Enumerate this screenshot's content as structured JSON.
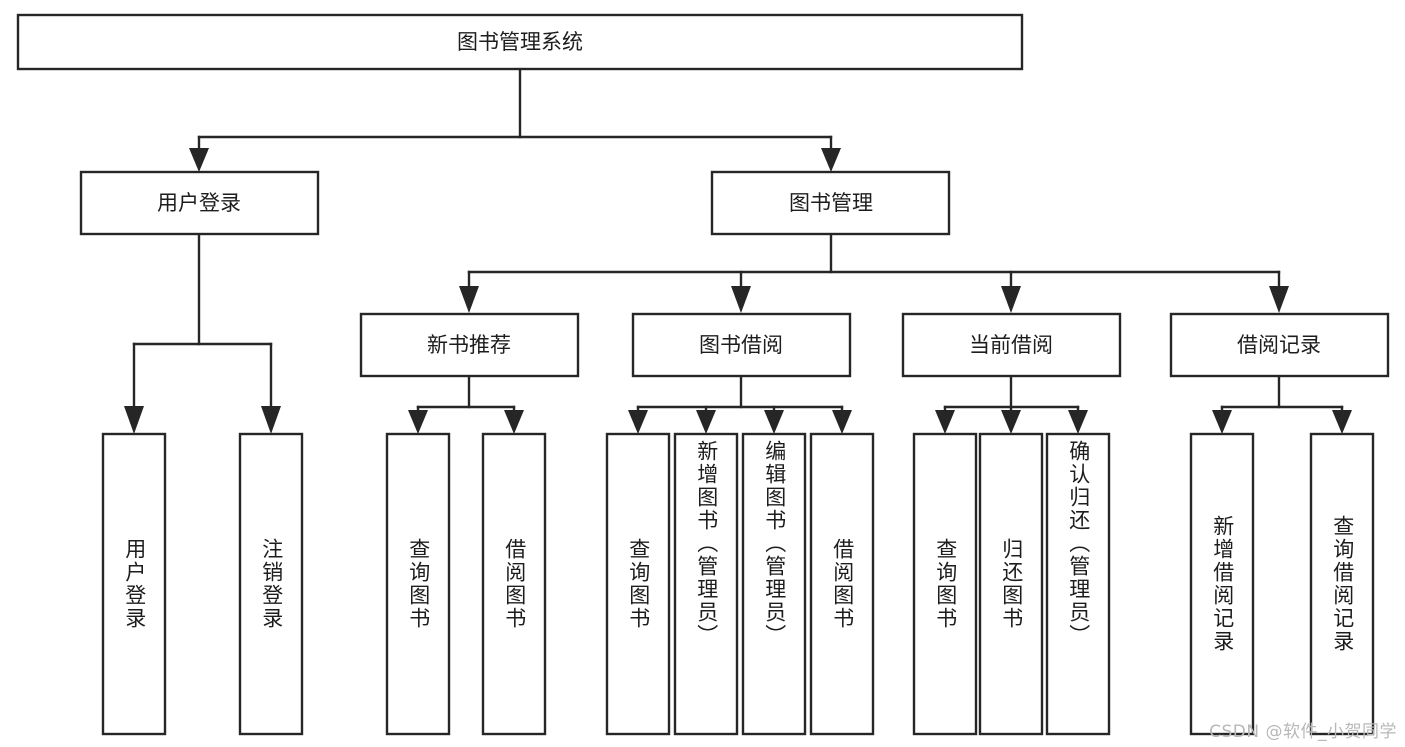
{
  "diagram": {
    "type": "tree-hierarchy-chart",
    "title": "图书管理系统",
    "watermark": "CSDN @软件_小贺同学",
    "colors": {
      "box_stroke": "#262626",
      "box_fill": "#ffffff",
      "text": "#1d1d1d",
      "background": "#ffffff",
      "watermark": "#b8b8b8"
    },
    "root": {
      "label": "图书管理系统"
    },
    "level2": [
      {
        "label": "用户登录"
      },
      {
        "label": "图书管理"
      }
    ],
    "level3": [
      {
        "label": "新书推荐"
      },
      {
        "label": "图书借阅"
      },
      {
        "label": "当前借阅"
      },
      {
        "label": "借阅记录"
      }
    ],
    "leaves": {
      "user_login": [
        {
          "label": "用户登录"
        },
        {
          "label": "注销登录"
        }
      ],
      "new_book_recommend": [
        {
          "label": "查询图书"
        },
        {
          "label": "借阅图书"
        }
      ],
      "book_borrow": [
        {
          "label": "查询图书"
        },
        {
          "label": "新增图书（管理员）"
        },
        {
          "label": "编辑图书（管理员）"
        },
        {
          "label": "借阅图书"
        }
      ],
      "current_borrow": [
        {
          "label": "查询图书"
        },
        {
          "label": "归还图书"
        },
        {
          "label": "确认归还（管理员）"
        }
      ],
      "borrow_record": [
        {
          "label": "新增借阅记录"
        },
        {
          "label": "查询借阅记录"
        }
      ]
    }
  }
}
